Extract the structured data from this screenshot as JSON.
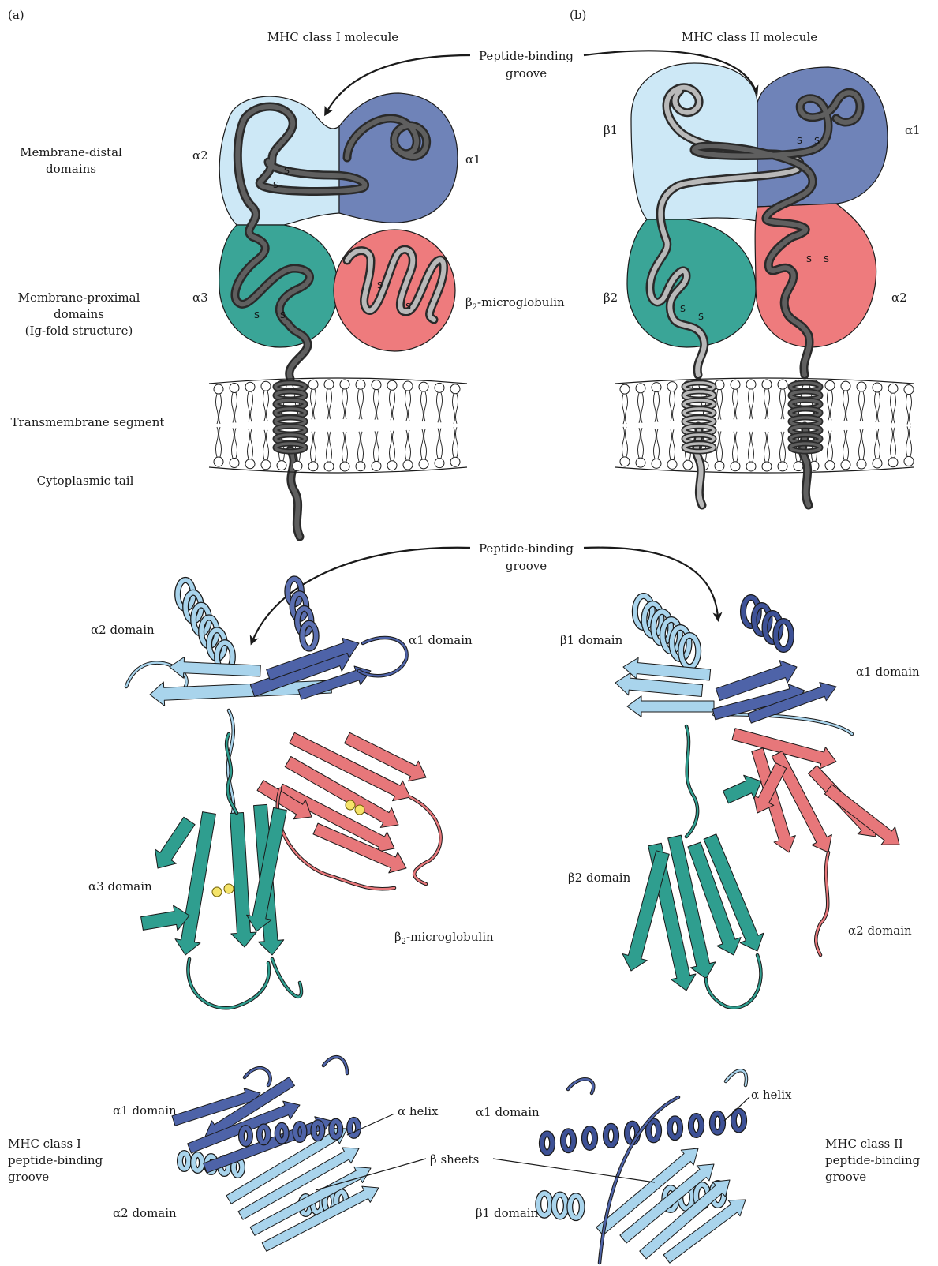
{
  "panels": {
    "a": "(a)",
    "b": "(b)"
  },
  "colors": {
    "alpha1": "#6f83b8",
    "alpha2": "#cde8f6",
    "alpha3": "#3aa597",
    "b2m": "#ee7b7d",
    "beta1": "#cde8f6",
    "beta2": "#3aa597",
    "classII_alpha2": "#ee7b7d",
    "ribbon_dark_blue": "#4e63a8",
    "ribbon_light_blue": "#a9d4ec",
    "ribbon_teal": "#2f9e8f",
    "ribbon_red": "#e7777a",
    "disulfide": "#f5e46a"
  },
  "schematic": {
    "class1_title": "MHC class I molecule",
    "class2_title": "MHC class II molecule",
    "groove_label_line1": "Peptide-binding",
    "groove_label_line2": "groove",
    "left_labels": {
      "distal_line1": "Membrane-distal",
      "distal_line2": "domains",
      "proximal_line1": "Membrane-proximal",
      "proximal_line2": "domains",
      "proximal_line3": "(Ig-fold structure)",
      "transmembrane": "Transmembrane segment",
      "cytoplasmic": "Cytoplasmic tail"
    },
    "class1_domains": {
      "a1": "α1",
      "a2": "α2",
      "a3": "α3",
      "b2m_prefix": "β",
      "b2m_sub": "2",
      "b2m_suffix": "-microglobulin"
    },
    "class2_domains": {
      "b1": "β1",
      "a1": "α1",
      "b2": "β2",
      "a2": "α2"
    },
    "s": "S"
  },
  "ribbon": {
    "groove_label_line1": "Peptide-binding",
    "groove_label_line2": "groove",
    "class1": {
      "a2": "α2 domain",
      "a1": "α1 domain",
      "a3": "α3 domain",
      "b2m_prefix": "β",
      "b2m_sub": "2",
      "b2m_suffix": "-microglobulin"
    },
    "class2": {
      "b1": "β1 domain",
      "a1": "α1 domain",
      "b2": "β2 domain",
      "a2": "α2 domain"
    }
  },
  "groove_views": {
    "class1_a1": "α1 domain",
    "class1_a2": "α2 domain",
    "class1_title_line1": "MHC class I",
    "class1_title_line2": "peptide-binding",
    "class1_title_line3": "groove",
    "class2_a1": "α1 domain",
    "class2_b1": "β1 domain",
    "class2_title_line1": "MHC class II",
    "class2_title_line2": "peptide-binding",
    "class2_title_line3": "groove",
    "alpha_helix_1": "α helix",
    "alpha_helix_2": "α helix",
    "beta_sheets": "β sheets"
  }
}
